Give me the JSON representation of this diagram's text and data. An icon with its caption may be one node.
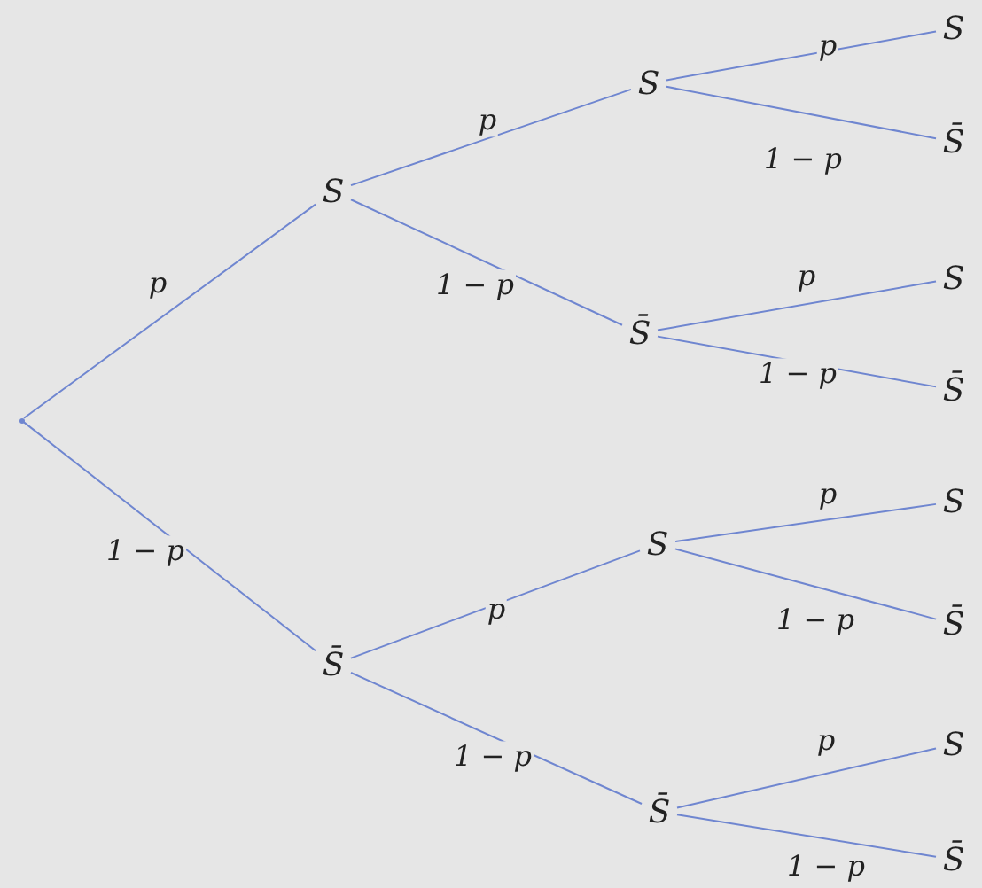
{
  "diagram": {
    "nodes": [
      {
        "text": [],
        "shape": "point"
      },
      {
        "text": [
          "S"
        ]
      },
      {
        "text": [
          "S"
        ]
      },
      {
        "text": [
          "S"
        ]
      },
      {
        "text": [
          "S̄"
        ]
      },
      {
        "text": [
          "S̄"
        ]
      },
      {
        "text": [
          "S"
        ]
      },
      {
        "text": [
          "S̄"
        ]
      },
      {
        "text": [
          "S̄"
        ]
      },
      {
        "text": [
          "S"
        ]
      },
      {
        "text": [
          "S"
        ]
      },
      {
        "text": [
          "S̄"
        ]
      },
      {
        "text": [
          "S̄"
        ]
      },
      {
        "text": [
          "S"
        ]
      },
      {
        "text": [
          "S̄"
        ]
      }
    ],
    "edges": [
      {
        "from": 0,
        "to": 1,
        "arrow": "none",
        "label": "p"
      },
      {
        "from": 0,
        "to": 8,
        "arrow": "none",
        "label": "1 − p"
      },
      {
        "from": 1,
        "to": 2,
        "arrow": "none",
        "label": "p"
      },
      {
        "from": 1,
        "to": 5,
        "arrow": "none",
        "label": "1 − p"
      },
      {
        "from": 2,
        "to": 3,
        "arrow": "none",
        "label": "p"
      },
      {
        "from": 2,
        "to": 4,
        "arrow": "none",
        "label": "1 − p"
      },
      {
        "from": 5,
        "to": 6,
        "arrow": "none",
        "label": "p"
      },
      {
        "from": 5,
        "to": 7,
        "arrow": "none",
        "label": "1 − p"
      },
      {
        "from": 8,
        "to": 9,
        "arrow": "none",
        "label": "p"
      },
      {
        "from": 8,
        "to": 12,
        "arrow": "none",
        "label": "1 − p"
      },
      {
        "from": 9,
        "to": 10,
        "arrow": "none",
        "label": "p"
      },
      {
        "from": 9,
        "to": 11,
        "arrow": "none",
        "label": "1 − p"
      },
      {
        "from": 12,
        "to": 13,
        "arrow": "none",
        "label": "p"
      },
      {
        "from": 12,
        "to": 14,
        "arrow": "none",
        "label": "1 − p"
      }
    ]
  }
}
